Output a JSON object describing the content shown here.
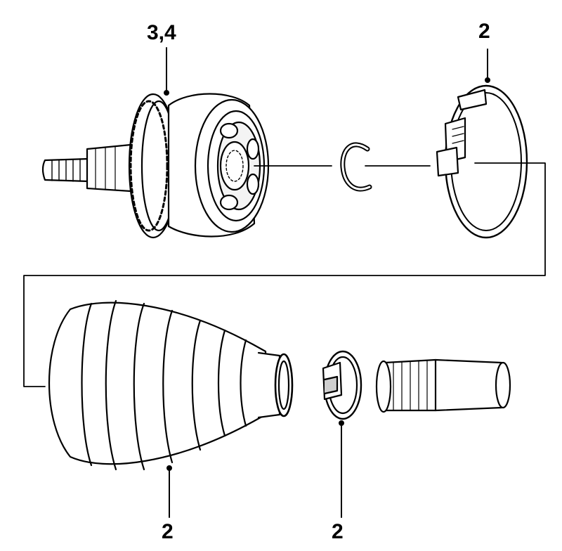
{
  "callouts": {
    "joint_label": "3,4",
    "clamp_ring_label": "2",
    "boot_label": "2",
    "small_clamp_label": "2"
  },
  "colors": {
    "ink": "#000000",
    "paper": "#ffffff",
    "shade": "#cfcfcf"
  }
}
